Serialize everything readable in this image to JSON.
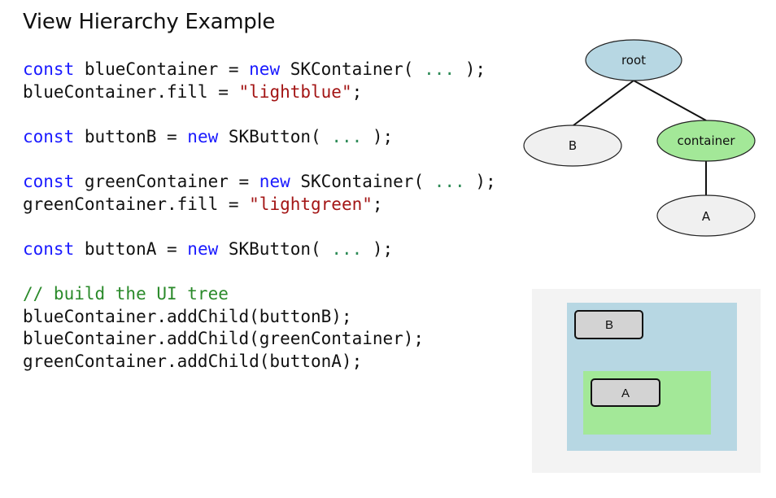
{
  "title": "View Hierarchy Example",
  "code": {
    "lines": [
      {
        "tokens": [
          {
            "t": "kw",
            "v": "const"
          },
          {
            "t": "plain",
            "v": " blueContainer = "
          },
          {
            "t": "kw",
            "v": "new"
          },
          {
            "t": "plain",
            "v": " SKContainer( "
          },
          {
            "t": "dots",
            "v": "..."
          },
          {
            "t": "plain",
            "v": " );"
          }
        ]
      },
      {
        "tokens": [
          {
            "t": "plain",
            "v": "blueContainer.fill = "
          },
          {
            "t": "str",
            "v": "\"lightblue\""
          },
          {
            "t": "plain",
            "v": ";"
          }
        ]
      },
      {
        "tokens": []
      },
      {
        "tokens": [
          {
            "t": "kw",
            "v": "const"
          },
          {
            "t": "plain",
            "v": " buttonB = "
          },
          {
            "t": "kw",
            "v": "new"
          },
          {
            "t": "plain",
            "v": " SKButton( "
          },
          {
            "t": "dots",
            "v": "..."
          },
          {
            "t": "plain",
            "v": " );"
          }
        ]
      },
      {
        "tokens": []
      },
      {
        "tokens": [
          {
            "t": "kw",
            "v": "const"
          },
          {
            "t": "plain",
            "v": " greenContainer = "
          },
          {
            "t": "kw",
            "v": "new"
          },
          {
            "t": "plain",
            "v": " SKContainer( "
          },
          {
            "t": "dots",
            "v": "..."
          },
          {
            "t": "plain",
            "v": " );"
          }
        ]
      },
      {
        "tokens": [
          {
            "t": "plain",
            "v": "greenContainer.fill = "
          },
          {
            "t": "str",
            "v": "\"lightgreen\""
          },
          {
            "t": "plain",
            "v": ";"
          }
        ]
      },
      {
        "tokens": []
      },
      {
        "tokens": [
          {
            "t": "kw",
            "v": "const"
          },
          {
            "t": "plain",
            "v": " buttonA = "
          },
          {
            "t": "kw",
            "v": "new"
          },
          {
            "t": "plain",
            "v": " SKButton( "
          },
          {
            "t": "dots",
            "v": "..."
          },
          {
            "t": "plain",
            "v": " );"
          }
        ]
      },
      {
        "tokens": []
      },
      {
        "tokens": [
          {
            "t": "cmt",
            "v": "// build the UI tree"
          }
        ]
      },
      {
        "tokens": [
          {
            "t": "plain",
            "v": "blueContainer.addChild(buttonB);"
          }
        ]
      },
      {
        "tokens": [
          {
            "t": "plain",
            "v": "blueContainer.addChild(greenContainer);"
          }
        ]
      },
      {
        "tokens": [
          {
            "t": "plain",
            "v": "greenContainer.addChild(buttonA);"
          }
        ]
      }
    ]
  },
  "tree": {
    "nodes": {
      "root": {
        "label": "root",
        "fill": "#b7d7e3"
      },
      "b": {
        "label": "B",
        "fill": "#f0f0f0"
      },
      "container": {
        "label": "container",
        "fill": "#a3e898"
      },
      "a": {
        "label": "A",
        "fill": "#f0f0f0"
      }
    },
    "edges": [
      [
        "root",
        "b"
      ],
      [
        "root",
        "container"
      ],
      [
        "container",
        "a"
      ]
    ]
  },
  "preview": {
    "background": "#f3f3f3",
    "blue_container": {
      "fill": "#b7d7e3"
    },
    "green_container": {
      "fill": "#a3e898"
    },
    "button_b": {
      "label": "B",
      "fill": "#d3d3d3"
    },
    "button_a": {
      "label": "A",
      "fill": "#d3d3d3"
    }
  }
}
